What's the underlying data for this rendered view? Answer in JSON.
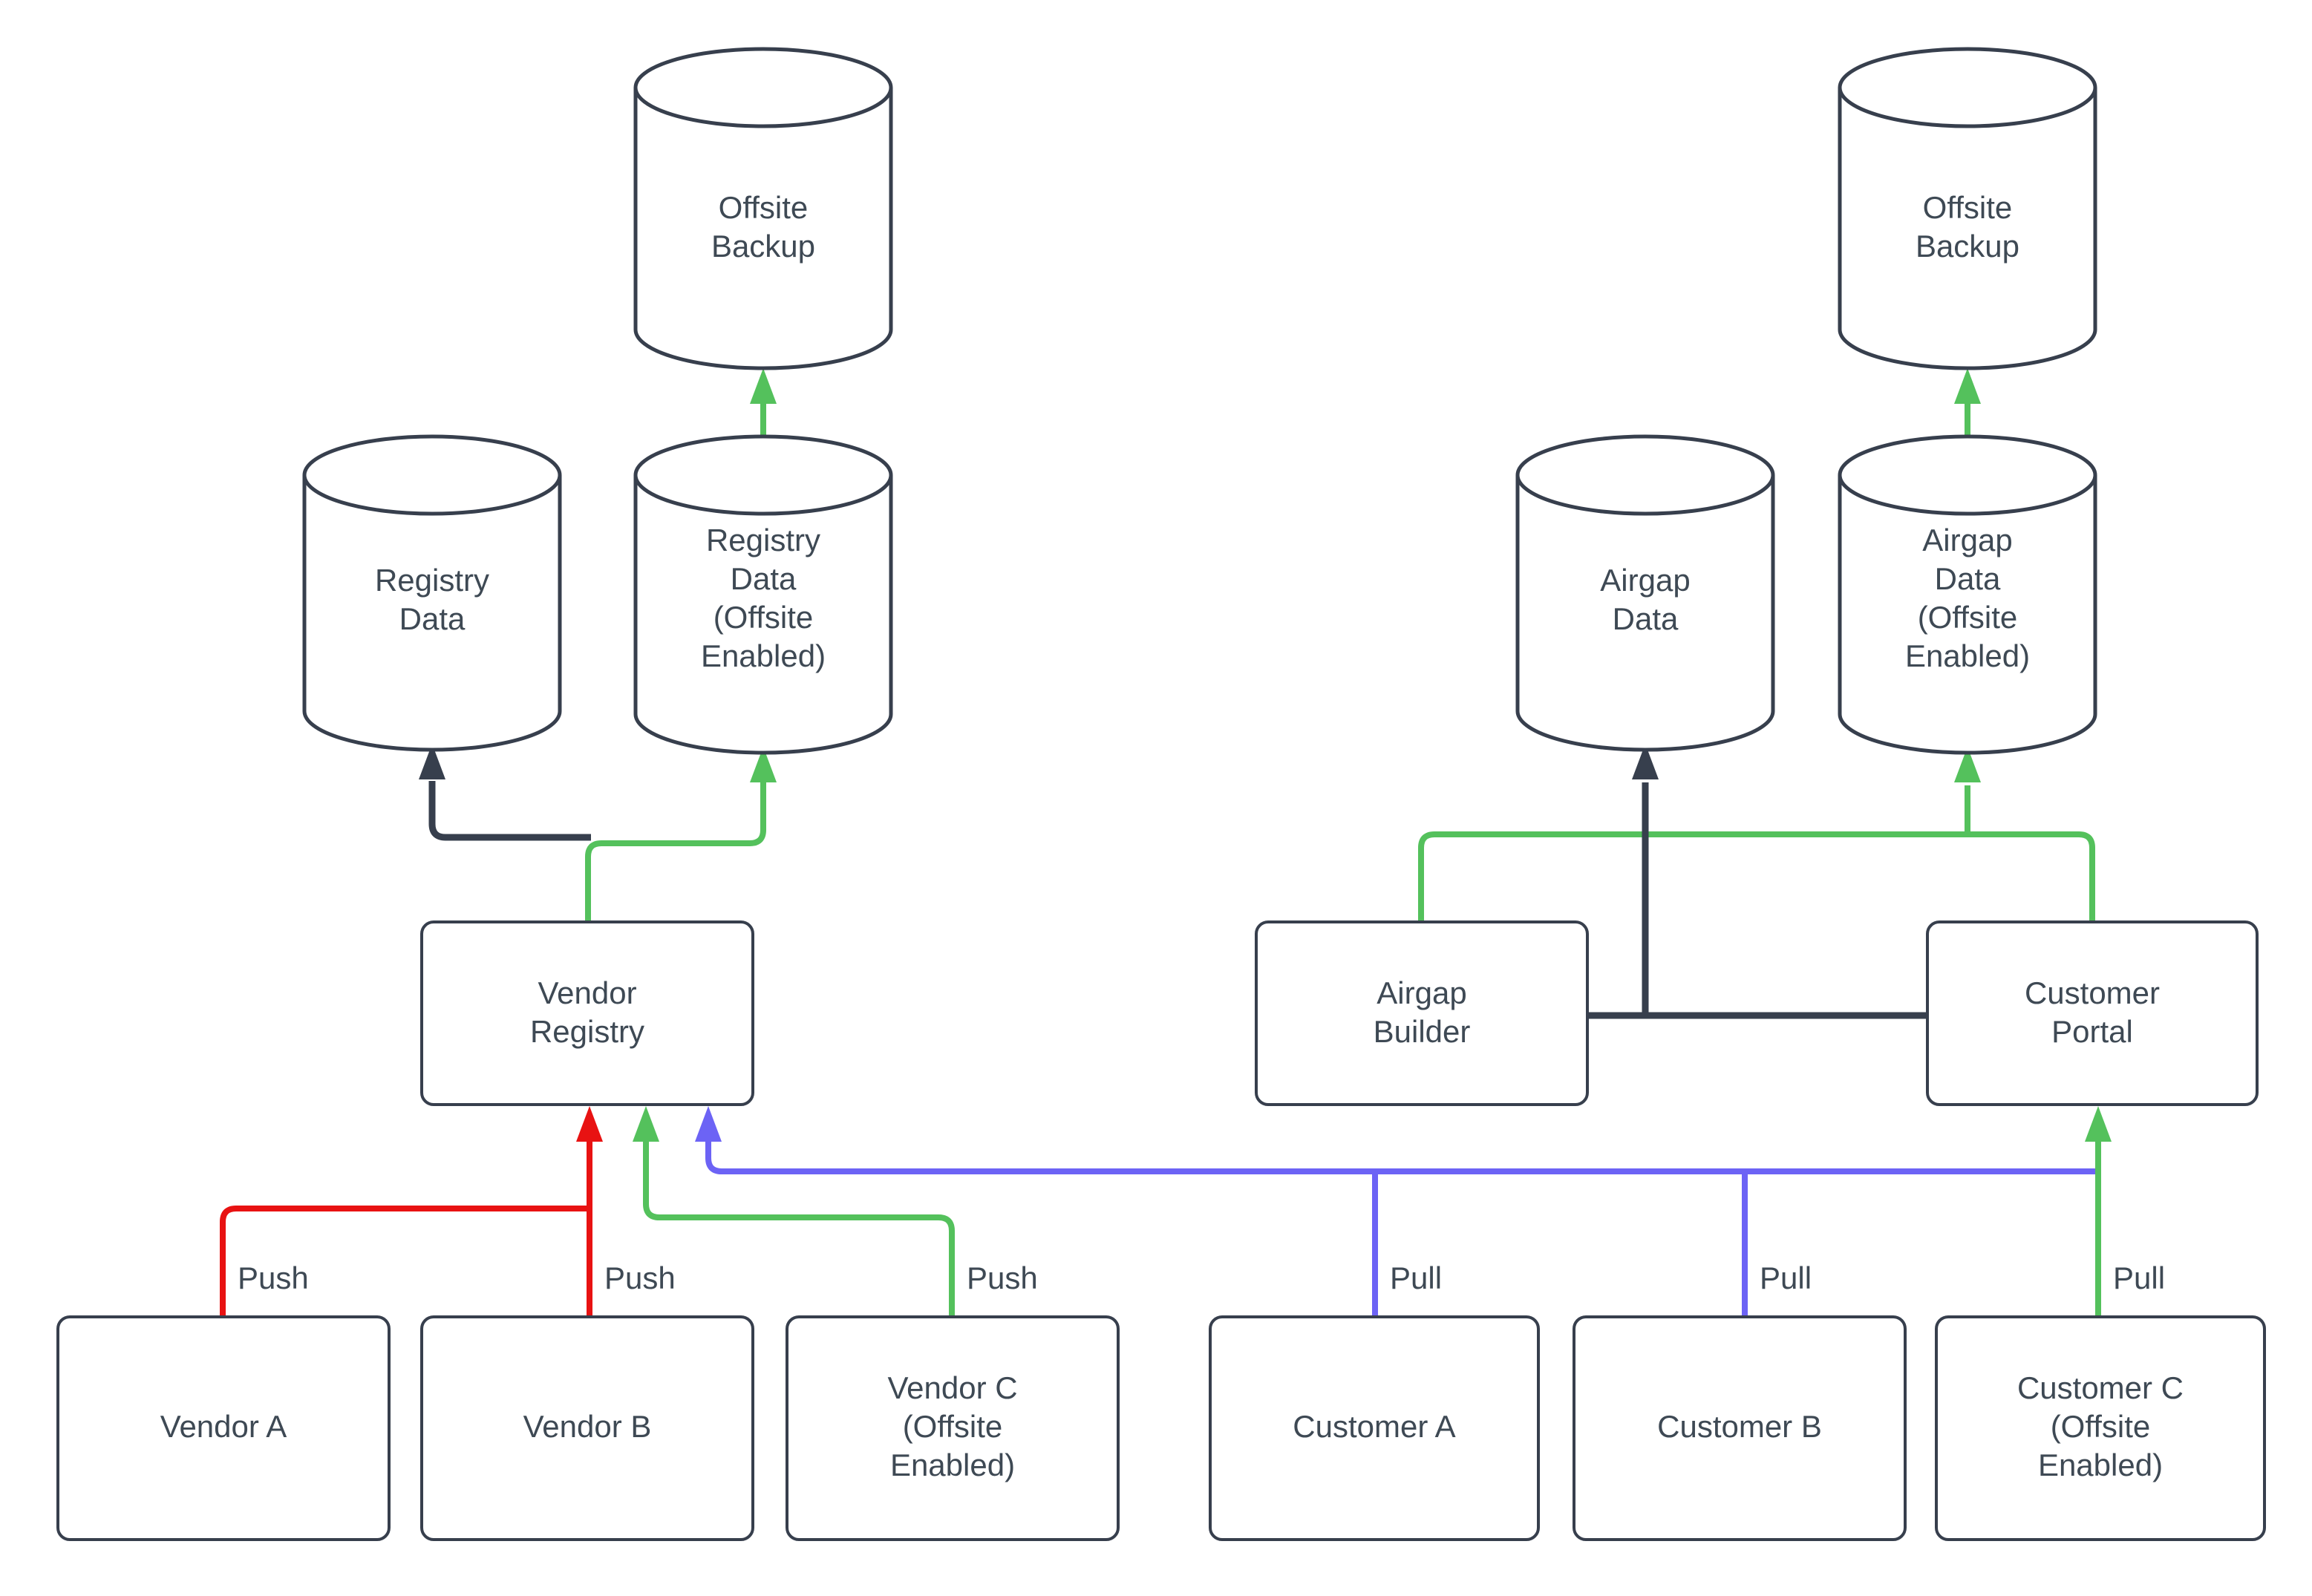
{
  "colors": {
    "stroke": "#373F4D",
    "text": "#3E4954",
    "green": "#54C15C",
    "red": "#E81212",
    "blue": "#6C63F5",
    "background": "#FFFFFF"
  },
  "nodes": {
    "offsite_backup_left": "Offsite\nBackup",
    "registry_data": "Registry\nData",
    "registry_data_offsite": "Registry\nData\n(Offsite\nEnabled)",
    "vendor_registry": "Vendor\nRegistry",
    "vendor_a": "Vendor A",
    "vendor_b": "Vendor B",
    "vendor_c": "Vendor C\n(Offsite\nEnabled)",
    "offsite_backup_right": "Offsite\nBackup",
    "airgap_data": "Airgap\nData",
    "airgap_data_offsite": "Airgap\nData\n(Offsite\nEnabled)",
    "airgap_builder": "Airgap\nBuilder",
    "customer_portal": "Customer\nPortal",
    "customer_a": "Customer A",
    "customer_b": "Customer B",
    "customer_c": "Customer C\n(Offsite\nEnabled)"
  },
  "edge_labels": {
    "push": "Push",
    "pull": "Pull"
  }
}
